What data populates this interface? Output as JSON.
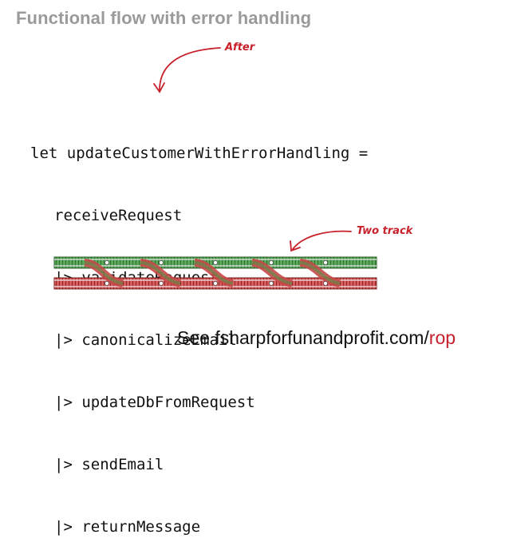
{
  "slide": {
    "title": "Functional flow with error handling",
    "notes": {
      "after": "After",
      "two_track": "Two track"
    },
    "code": {
      "lines": [
        "let updateCustomerWithErrorHandling =",
        "receiveRequest",
        "|> validateRequest",
        "|> canonicalizeEmail",
        "|> updateDbFromRequest",
        "|> sendEmail",
        "|> returnMessage"
      ]
    },
    "footer": {
      "prefix": "See fsharpforfunandprofit.com/",
      "accent": "rop"
    },
    "colors": {
      "title": "#9a9a9a",
      "accent": "#c8202a",
      "success_track": "#3f9a3f",
      "failure_track": "#d23a3a"
    },
    "icons": {
      "after_arrow": "curved-arrow-icon",
      "two_track_arrow": "curved-arrow-icon"
    }
  }
}
